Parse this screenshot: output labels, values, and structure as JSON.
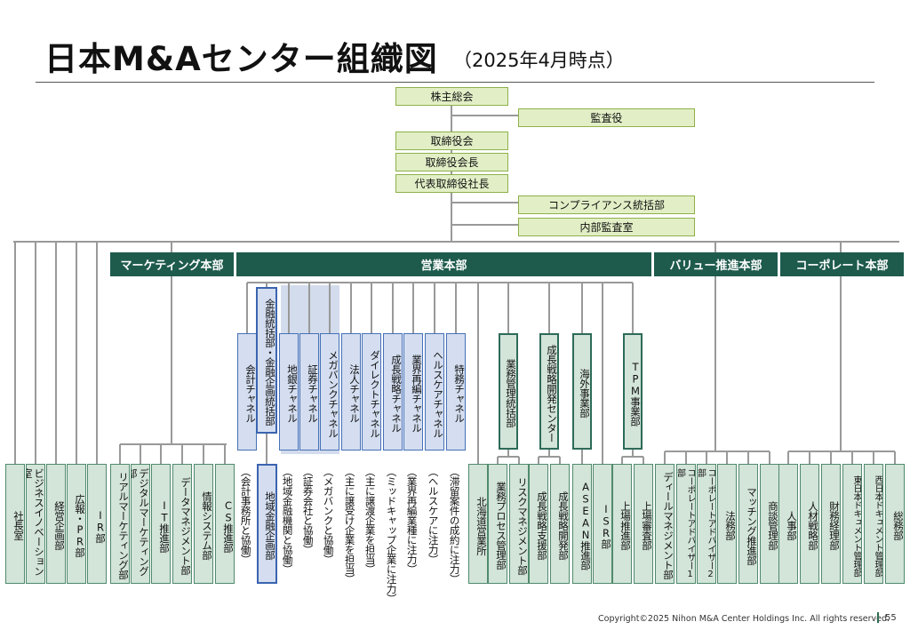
{
  "title": "日本M&Aセンター組織図",
  "subtitle": "（2025年4月時点）",
  "top_boxes": {
    "shareholders": "株主総会",
    "auditors": "監査役",
    "board": "取締役会",
    "chairman": "取締役会長",
    "ceo": "代表取締役社長",
    "compliance": "コンプライアンス統括部",
    "internal_audit": "内部監査室"
  },
  "divisions": {
    "marketing": "マーケティング本部",
    "sales": "営業本部",
    "value": "バリュー推進本部",
    "corporate": "コーポレート本部"
  },
  "sales_channels": {
    "accounting": "会計チャネル",
    "finance_hq": "金融統括部・金融企画統括部",
    "regional_bank": "地銀チャネル",
    "securities": "証券チャネル",
    "megabank": "メガバンクチャネル",
    "corporate_ch": "法人チャネル",
    "direct": "ダイレクトチャネル",
    "growth": "成長戦略チャネル",
    "industry": "業界再編チャネル",
    "healthcare": "ヘルスケアチャネル",
    "special": "特務チャネル",
    "biz_mgmt": "業務管理統括部",
    "growth_center": "成長戦略開発センター",
    "overseas": "海外事業部",
    "tpm": "TPM事業部"
  },
  "bottom_boxes": {
    "b1": "社長室",
    "b2": "ビジネスイノベーション室",
    "b3": "経営企画部",
    "b4": "広報・PR部",
    "b5": "IR部",
    "b6": "リアルマーケティング部",
    "b7": "デジタルマーケティング部",
    "b8": "IT推進部",
    "b9": "データマネジメント部",
    "b10": "情報システム部",
    "b11": "CS推進部",
    "b12": "地域金融企画部",
    "b13": "北海道営業所",
    "b14": "業務プロセス管理部",
    "b15": "リスクマネジメント部",
    "b16": "成長戦略支援部",
    "b17": "成長戦略開発部",
    "b18": "ASEAN推進部",
    "b19": "ISR部",
    "b20": "上場推進部",
    "b21": "上場審査部",
    "b22": "ディールマネジメント部",
    "b23": "コーポレートアドバイザー1部",
    "b24": "コーポレートアドバイザー2部",
    "b25": "法務部",
    "b26": "マッチング推進部",
    "b27": "商談管理部",
    "b28": "人事部",
    "b29": "人材戦略部",
    "b30": "財務経理部",
    "b31": "東日本ドキュメント管理部",
    "b32": "西日本ドキュメント管理部",
    "b33": "総務部"
  },
  "notes": {
    "n1": "（会計事務所と協働）",
    "n2": "（地域金融機関と協働）",
    "n3": "（証券会社と協働）",
    "n4": "（メガバンクと協働）",
    "n5": "（主に譲受け企業を担当）",
    "n6": "（主に譲渡企業を担当）",
    "n7": "（ミッドキャップ企業に注力）",
    "n8": "（業界再編業種に注力）",
    "n9": "（ヘルスケアに注力）",
    "n10": "（滞留案件の成約に注力）"
  },
  "footer": {
    "copyright": "Copyright©2025 Nihon M&A Center Holdings Inc. All rights reserved.",
    "page": "55"
  },
  "colors": {
    "division_bg": "#1e5b4d",
    "top_box_bg": "#e2efc6",
    "dept_box_bg": "#d3e4d9",
    "sales_channel_bg": "#d4def0"
  }
}
